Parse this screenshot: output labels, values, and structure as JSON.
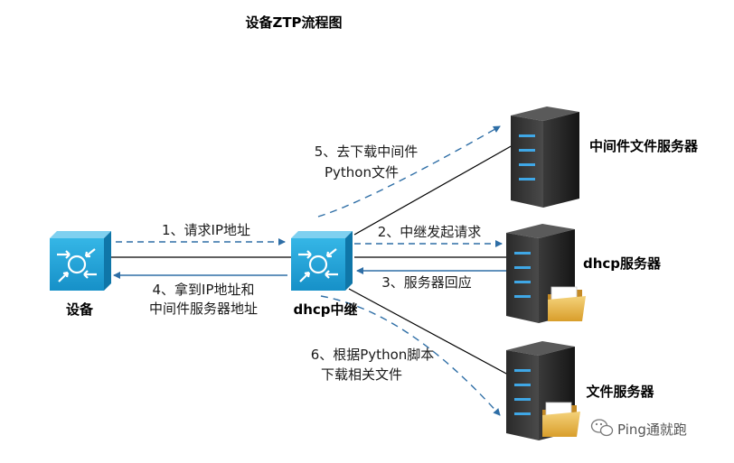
{
  "title": "设备ZTP流程图",
  "nodes": {
    "device": "设备",
    "relay": "dhcp中继",
    "middleware_server": "中间件文件服务器",
    "dhcp_server": "dhcp服务器",
    "file_server": "文件服务器"
  },
  "steps": {
    "s1": "1、请求IP地址",
    "s2": "2、中继发起请求",
    "s3": "3、服务器回应",
    "s4_line1": "4、拿到IP地址和",
    "s4_line2": "中间件服务器地址",
    "s5_line1": "5、去下载中间件",
    "s5_line2": "Python文件",
    "s6_line1": "6、根据Python脚本",
    "s6_line2": "下载相关文件"
  },
  "watermark": "Ping通就跑",
  "colors": {
    "switch_blue": "#1fa3d8",
    "arrow_blue": "#2e6ea6",
    "server_dark": "#2b2b2b",
    "folder_yellow": "#e7b64a"
  }
}
